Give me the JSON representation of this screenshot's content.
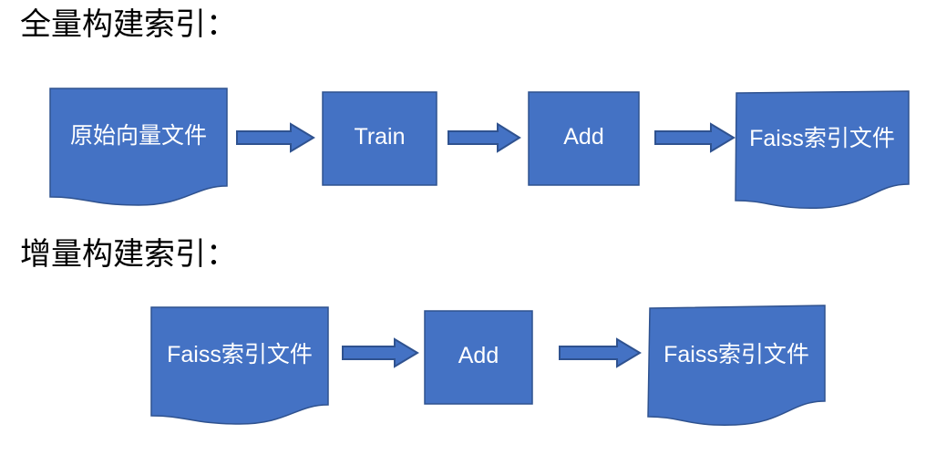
{
  "slide": {
    "background_color": "#FFFFFF",
    "shape_fill_color": "#4472C4",
    "shape_outline_color": "#2F528F",
    "shape_text_color": "#FFFFFF",
    "heading_text_color": "#000000"
  },
  "sections": [
    {
      "id": "full-build",
      "heading": "全量构建索引：",
      "nodes": [
        {
          "id": "raw-vector-file",
          "label": "原始向量文件",
          "shape": "document"
        },
        {
          "id": "train",
          "label": "Train",
          "shape": "rectangle"
        },
        {
          "id": "add-top",
          "label": "Add",
          "shape": "rectangle"
        },
        {
          "id": "faiss-index-out",
          "label": "Faiss索引文件",
          "shape": "document"
        }
      ],
      "arrows": [
        {
          "id": "arrow-1",
          "direction": "right"
        },
        {
          "id": "arrow-2",
          "direction": "right"
        },
        {
          "id": "arrow-3",
          "direction": "right"
        }
      ]
    },
    {
      "id": "incremental-build",
      "heading": "增量构建索引：",
      "nodes": [
        {
          "id": "faiss-index-in",
          "label": "Faiss索引文件",
          "shape": "document"
        },
        {
          "id": "add-bottom",
          "label": "Add",
          "shape": "rectangle"
        },
        {
          "id": "faiss-index-out2",
          "label": "Faiss索引文件",
          "shape": "document"
        }
      ],
      "arrows": [
        {
          "id": "arrow-4",
          "direction": "right"
        },
        {
          "id": "arrow-5",
          "direction": "right"
        }
      ]
    }
  ]
}
